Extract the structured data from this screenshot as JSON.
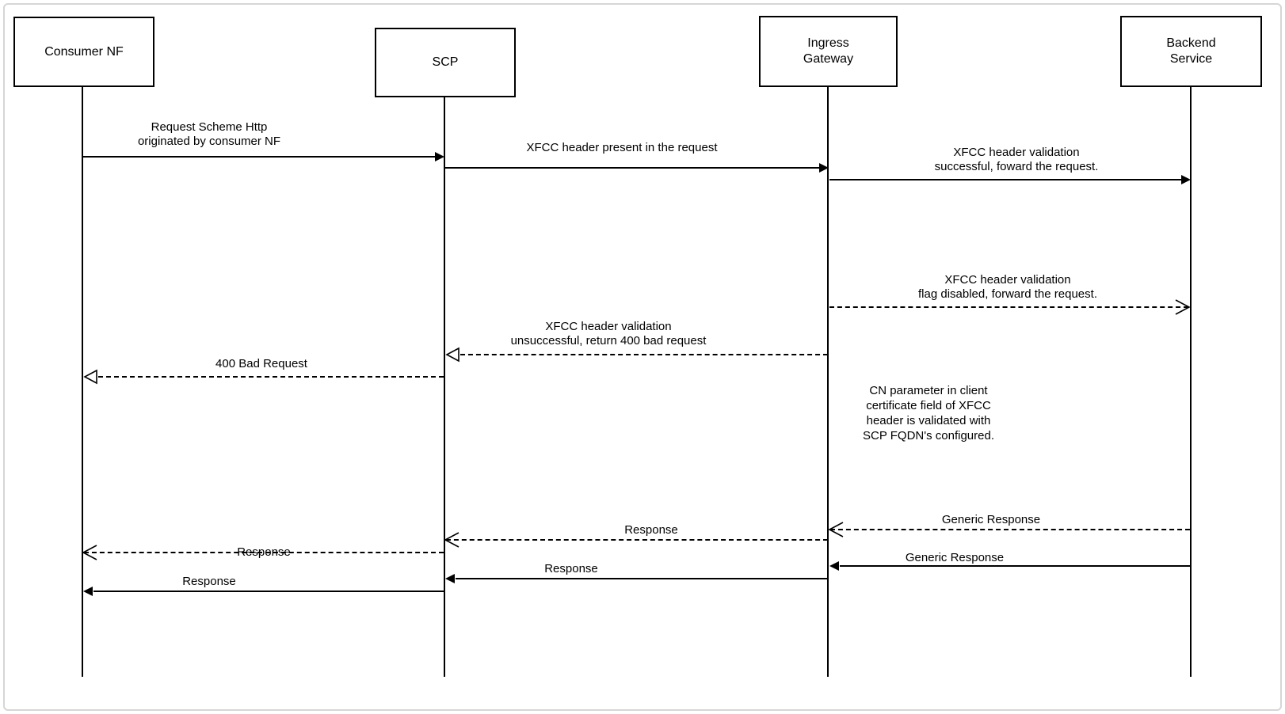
{
  "canvas": {
    "background_color": "#ffffff",
    "frame_border_color": "#d6d6d6",
    "line_color": "#000000",
    "text_color": "#000000"
  },
  "actors": [
    {
      "id": "consumer-nf",
      "label": "Consumer NF"
    },
    {
      "id": "scp",
      "label": "SCP"
    },
    {
      "id": "ingress-gateway",
      "label": "Ingress\nGateway"
    },
    {
      "id": "backend-service",
      "label": "Backend\nService"
    }
  ],
  "messages": [
    {
      "label": "Request Scheme Http\noriginated by consumer NF",
      "from": "Consumer NF",
      "to": "SCP",
      "line": "solid",
      "arrowhead": "filled"
    },
    {
      "label": "XFCC header present in the request",
      "from": "SCP",
      "to": "Ingress Gateway",
      "line": "solid",
      "arrowhead": "filled"
    },
    {
      "label": "XFCC header validation\nsuccessful, foward the request.",
      "from": "Ingress Gateway",
      "to": "Backend Service",
      "line": "solid",
      "arrowhead": "filled"
    },
    {
      "label": "XFCC header validation\nflag disabled, forward the request.",
      "from": "Ingress Gateway",
      "to": "Backend Service",
      "line": "dashed",
      "arrowhead": "chevron"
    },
    {
      "label": "XFCC header validation\nunsuccessful, return 400 bad request",
      "from": "Ingress Gateway",
      "to": "SCP",
      "line": "dashed",
      "arrowhead": "hollow"
    },
    {
      "label": "400 Bad Request",
      "from": "SCP",
      "to": "Consumer NF",
      "line": "dashed",
      "arrowhead": "hollow"
    },
    {
      "label": "Generic Response",
      "from": "Backend Service",
      "to": "Ingress Gateway",
      "line": "dashed",
      "arrowhead": "chevron"
    },
    {
      "label": "Response",
      "from": "Ingress Gateway",
      "to": "SCP",
      "line": "dashed",
      "arrowhead": "chevron"
    },
    {
      "label": "Response",
      "from": "SCP",
      "to": "Consumer NF",
      "line": "dashed",
      "arrowhead": "chevron"
    },
    {
      "label": "Generic Response",
      "from": "Backend Service",
      "to": "Ingress Gateway",
      "line": "solid",
      "arrowhead": "filled"
    },
    {
      "label": "Response",
      "from": "Ingress Gateway",
      "to": "SCP",
      "line": "solid",
      "arrowhead": "filled"
    },
    {
      "label": "Response",
      "from": "SCP",
      "to": "Consumer NF",
      "line": "solid",
      "arrowhead": "filled"
    }
  ],
  "note": {
    "text": "CN parameter in client\ncertificate field of XFCC\nheader is validated with\nSCP FQDN's configured."
  }
}
